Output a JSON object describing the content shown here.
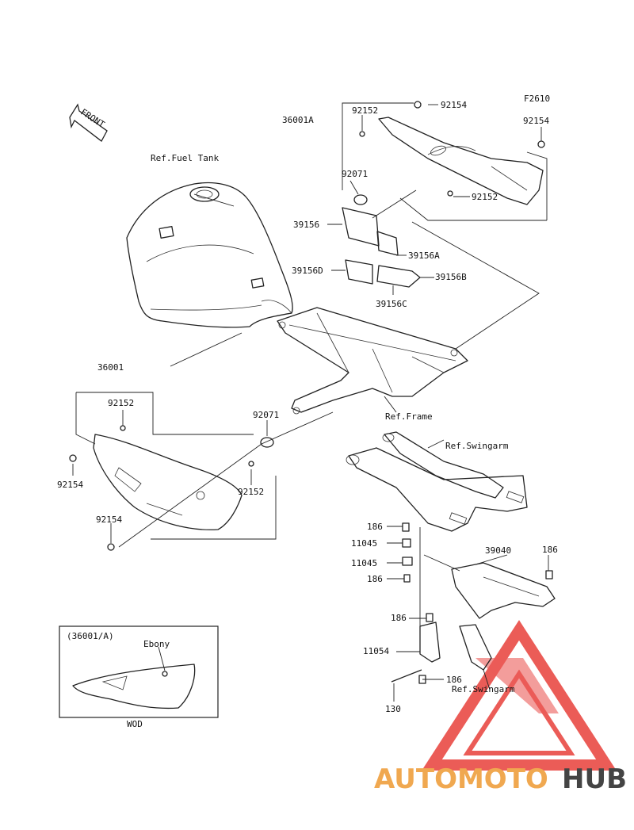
{
  "figure_code": "F2610",
  "front_arrow_text": "FRONT",
  "refs": {
    "fuel_tank": "Ref.Fuel Tank",
    "frame": "Ref.Frame",
    "swingarm_top": "Ref.Swingarm",
    "swingarm_bottom": "Ref.Swingarm"
  },
  "labels": {
    "l36001A": "36001A",
    "l92152_a": "92152",
    "l92154_a": "92154",
    "l92154_b": "92154",
    "l92071_a": "92071",
    "l92152_b": "92152",
    "l39156": "39156",
    "l39156A": "39156A",
    "l39156D": "39156D",
    "l39156B": "39156B",
    "l39156C": "39156C",
    "l36001": "36001",
    "l92152_c": "92152",
    "l92071_b": "92071",
    "l92154_c": "92154",
    "l92152_d": "92152",
    "l92154_d": "92154",
    "l186_a": "186",
    "l11045_a": "11045",
    "l11045_b": "11045",
    "l186_b": "186",
    "l39040": "39040",
    "l186_c": "186",
    "l186_d": "186",
    "l11054": "11054",
    "l186_e": "186",
    "l130": "130"
  },
  "inset": {
    "title": "(36001/A)",
    "color_name": "Ebony",
    "code": "WOD"
  },
  "watermark": {
    "part1": "AUTOMOTO",
    "part2": "HUB",
    "color_primary": "#f0a850",
    "color_secondary": "#444444",
    "triangle_color": "#e8403a"
  }
}
